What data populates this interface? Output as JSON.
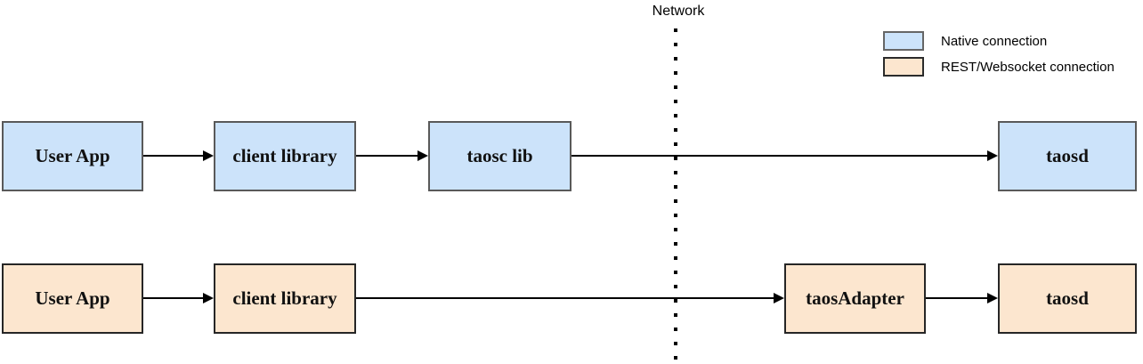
{
  "network": {
    "label": "Network"
  },
  "legend": {
    "items": [
      {
        "id": "native",
        "label": "Native connection"
      },
      {
        "id": "rest",
        "label": "REST/Websocket connection"
      }
    ]
  },
  "rows": [
    {
      "id": "native",
      "nodes": [
        {
          "label": "User App"
        },
        {
          "label": "client library"
        },
        {
          "label": "taosc lib"
        },
        {
          "label": "taosd"
        }
      ]
    },
    {
      "id": "rest",
      "nodes": [
        {
          "label": "User App"
        },
        {
          "label": "client library"
        },
        {
          "label": "taosAdapter"
        },
        {
          "label": "taosd"
        }
      ]
    }
  ],
  "colors": {
    "native_fill": "#cce3fa",
    "native_border": "#595959",
    "rest_fill": "#fce6cf",
    "rest_border": "#262626",
    "arrow": "#000000"
  }
}
